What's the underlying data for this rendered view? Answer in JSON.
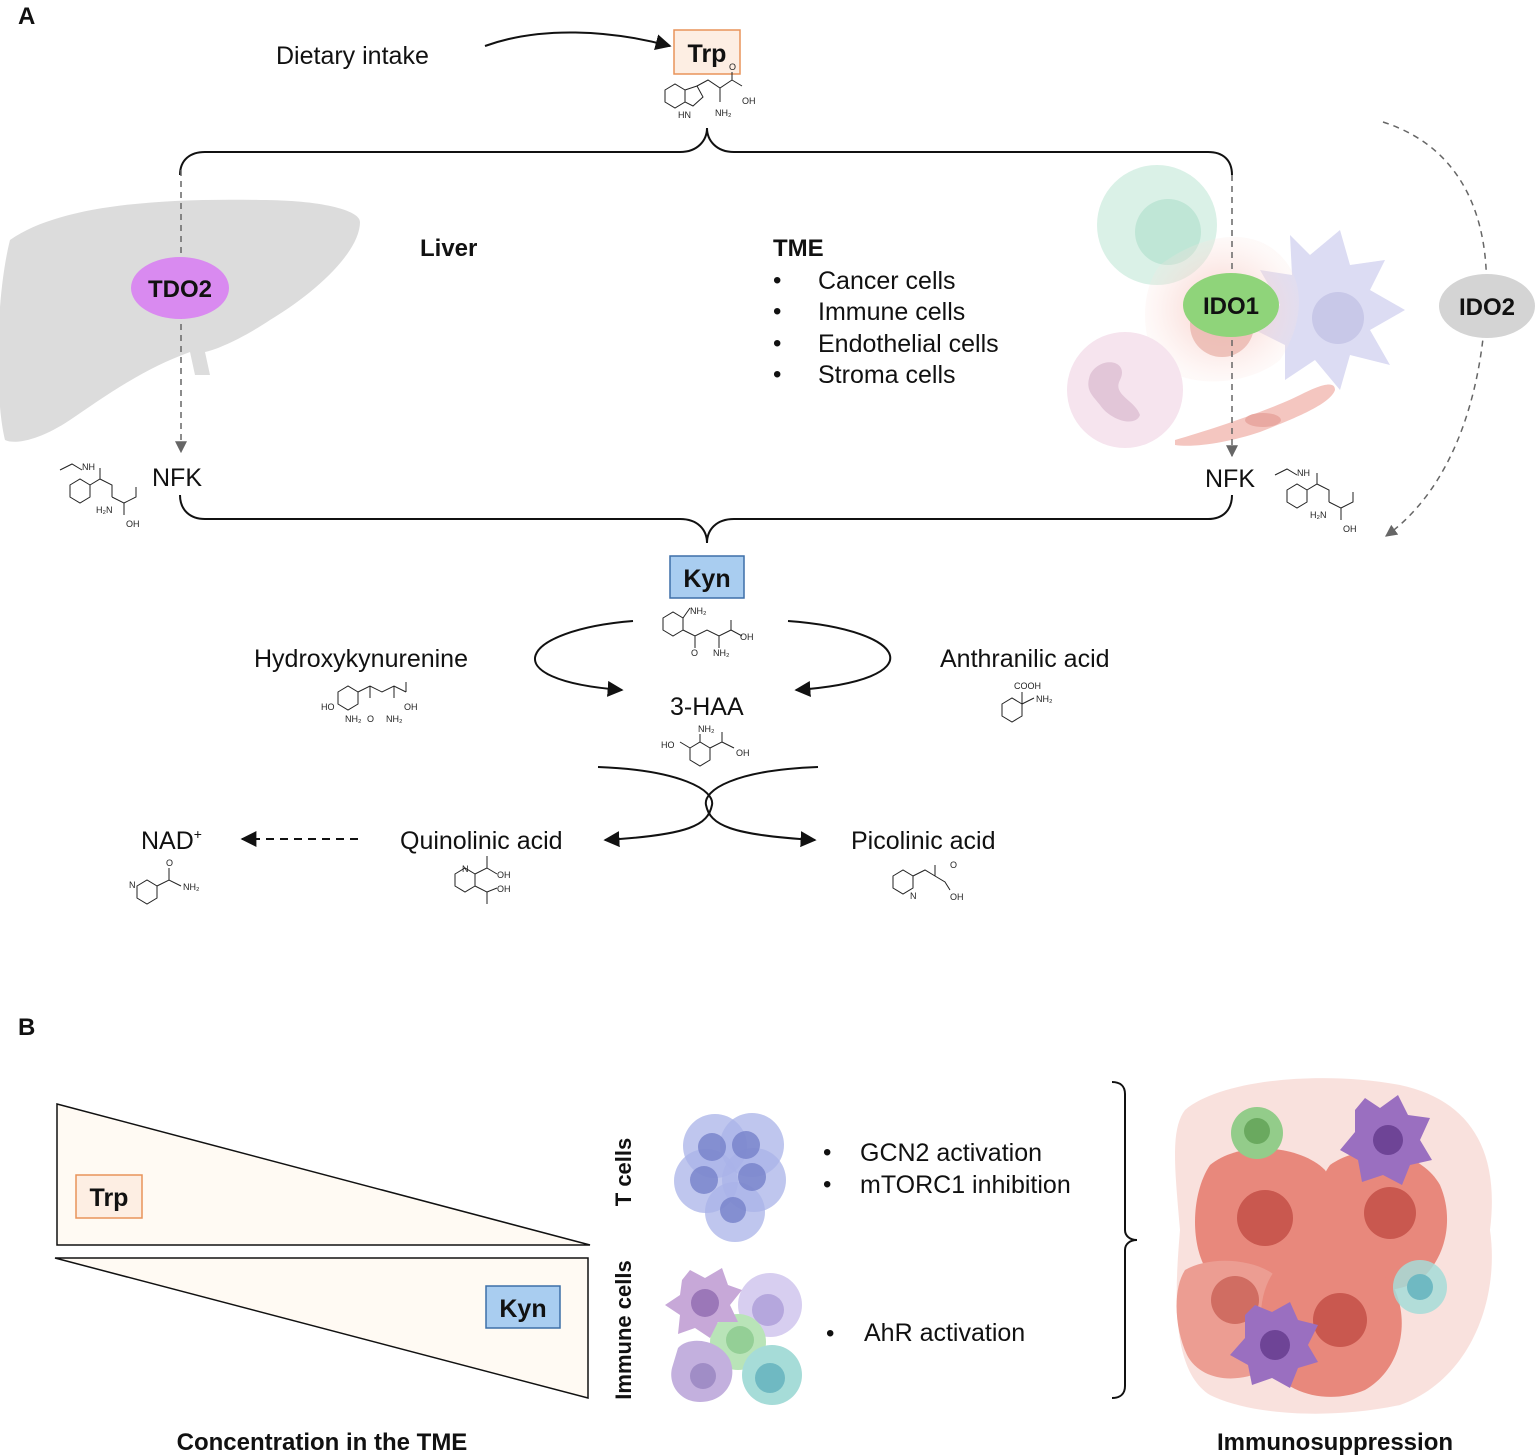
{
  "panel_a": {
    "label": "A",
    "dietary_intake": "Dietary intake",
    "trp": "Trp",
    "liver": "Liver",
    "tme_title": "TME",
    "tme_items": [
      "Cancer cells",
      "Immune cells",
      "Endothelial cells",
      "Stroma cells"
    ],
    "tdo2": "TDO2",
    "ido1": "IDO1",
    "ido2": "IDO2",
    "nfk_left": "NFK",
    "nfk_right": "NFK",
    "kyn": "Kyn",
    "hydroxykynurenine": "Hydroxykynurenine",
    "anthranilic_acid": "Anthranilic acid",
    "haa": "3-HAA",
    "quinolinic_acid": "Quinolinic acid",
    "picolinic_acid": "Picolinic acid",
    "nad": "NAD",
    "nad_sup": "+"
  },
  "panel_b": {
    "label": "B",
    "trp": "Trp",
    "kyn": "Kyn",
    "concentration_caption": "Concentration in the TME",
    "t_cells": "T cells",
    "immune_cells": "Immune cells",
    "t_cell_effects": [
      "GCN2 activation",
      "mTORC1 inhibition"
    ],
    "immune_effects": [
      "AhR activation"
    ],
    "immunosuppression": "Immunosuppression"
  },
  "mol_labels": {
    "oh": "OH",
    "nh2": "NH₂",
    "hn": "HN",
    "nh": "NH",
    "h2n": "H₂N",
    "o": "O",
    "ho": "HO",
    "n": "N",
    "cooh": "COOH"
  },
  "colors": {
    "trp_fill": "#fdeee3",
    "trp_stroke": "#e8935a",
    "kyn_fill": "#a9cdf0",
    "kyn_stroke": "#3d6fa8",
    "tdo2": "#d98af0",
    "ido1": "#8fd47a",
    "ido2": "#d4d4d4",
    "liver": "#dcdcdc",
    "triangle_fill": "#fffaf3"
  }
}
